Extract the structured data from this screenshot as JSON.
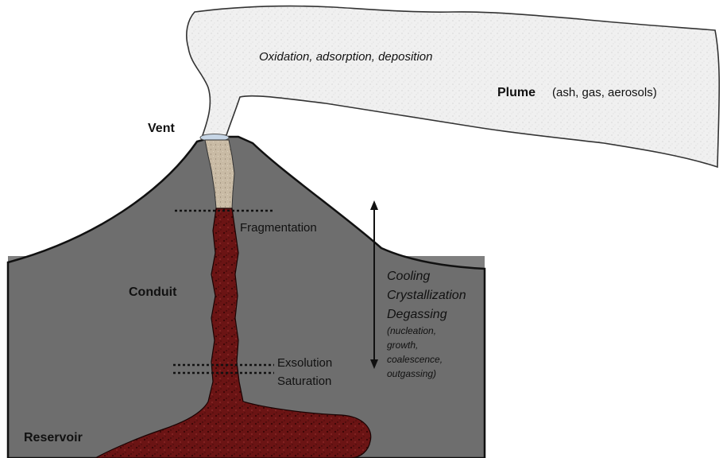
{
  "labels": {
    "plume_process": "Oxidation, adsorption, deposition",
    "plume_title": "Plume",
    "plume_detail": "(ash, gas, aerosols)",
    "vent": "Vent",
    "fragmentation": "Fragmentation",
    "conduit": "Conduit",
    "exsolution": "Exsolution",
    "saturation": "Saturation",
    "reservoir": "Reservoir",
    "process_1": "Cooling",
    "process_2": "Crystallization",
    "process_3": "Degassing",
    "sub_1": "(nucleation,",
    "sub_2": "growth,",
    "sub_3": "coalescence,",
    "sub_4": "outgassing)"
  },
  "colors": {
    "ground": "#7f7f7f",
    "volcano": "#6e6e6e",
    "magma": "#6b1414",
    "plume": "#f0f0f0",
    "ash_column": "#c9bba5"
  }
}
